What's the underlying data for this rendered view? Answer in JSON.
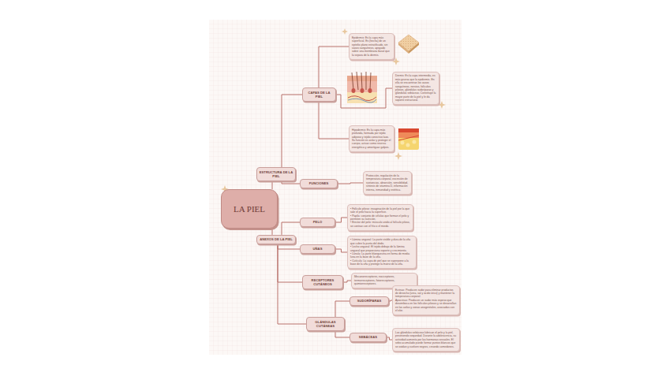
{
  "diagram": {
    "nodes": [
      {
        "text": [
          "LA PIEL"
        ]
      },
      {
        "text": [
          "ESTRUCTURA DE LA PIEL"
        ]
      },
      {
        "text": [
          "CAPAS DE LA PIEL"
        ]
      },
      {
        "text": [
          "Epidermis: Es la capa más superficial. Es (hecha) de un epitelio plano estratificado, sin vasos sanguíneos, apoyado sobre una membrana basal que la separa de la dermis."
        ]
      },
      {
        "text": [
          "Dermis: Es la capa intermedia, es más gruesa que la epidermis. En ella se encuentran los vasos sanguíneos, nervios, folículos pilosos, glándulas sudoríparas y glándulas sebáceas. Constituye la mayor parte de la piel y le da soporte estructural."
        ]
      },
      {
        "text": [
          "Hipodermis: Es la capa más profunda, formada por tejido adiposo y tejido conectivo laxo. Su función es aislar y proteger el cuerpo, actuar como reserva energética y amortiguar golpes."
        ]
      },
      {
        "text": [
          "FUNCIONES"
        ]
      },
      {
        "text": [
          "Protección, regulación de la temperatura corporal, excreción de sustancias, absorción, sensibilidad, síntesis de vitamina D, información interna, inmunidad y estética."
        ]
      },
      {
        "text": [
          "ANEXOS DE LA PIEL"
        ]
      },
      {
        "text": [
          "PELO"
        ]
      },
      {
        "text": [
          "• Folículo piloso: invaginación de la piel por la que sale el pelo hacia la superficie.",
          "• Papila: conjunto de células que forman el pelo y permiten su nutrición.",
          "• Erector del pelo: músculo unido al folículo piloso, se contrae con el frío o el miedo."
        ]
      },
      {
        "text": [
          "UÑAS"
        ]
      },
      {
        "text": [
          "• Lámina ungueal: La parte visible y dura de la uña que cubre la punta del dedo.",
          "• Lecho ungueal: El tejido debajo de la lámina ungueal que proporciona soporte y crecimiento.",
          "• Lúnula: La parte blanquecina en forma de media luna en la base de la uña.",
          "• Cutícula: La capa de piel que se superpone a la base de la uña y protege la matriz de la uña."
        ]
      },
      {
        "text": [
          "RECEPTORES CUTÁNEOS"
        ]
      },
      {
        "text": [
          "Mecanorreceptores, nociceptores, termorreceptores, fotorreceptores, quimiorreceptores."
        ]
      },
      {
        "text": [
          "GLÁNDULAS CUTÁNEAS"
        ]
      },
      {
        "text": [
          "SUDORÍPARAS"
        ]
      },
      {
        "text": [
          "Ecrinas: Producen sudor para eliminar productos de desecho (urea, sal y ácido úrico) y mantener la temperatura corporal.",
          "Apocrinas: Producen un sudor más espeso que desemboca en los folículos pilosos y se desarrollan en las axilas y zonas anogenitales, asociadas con el olor."
        ]
      },
      {
        "text": [
          "SEBÁCEAS"
        ]
      },
      {
        "text": [
          "Las glándulas sebáceas lubrican el pelo y la piel, previniendo sequedad. Durante la adolescencia, su actividad aumenta por las hormonas sexuales. El sebo acumulado puede formar puntos blancos que se oxidan y vuelven negros, creando comedones."
        ]
      }
    ],
    "edges": [
      {
        "from": 0,
        "to": 1,
        "arrow": "none"
      },
      {
        "from": 0,
        "to": 8,
        "arrow": "none"
      },
      {
        "from": 1,
        "to": 2,
        "arrow": "none"
      },
      {
        "from": 1,
        "to": 6,
        "arrow": "none"
      },
      {
        "from": 2,
        "to": 3,
        "arrow": "none"
      },
      {
        "from": 2,
        "to": 4,
        "arrow": "none"
      },
      {
        "from": 2,
        "to": 5,
        "arrow": "none"
      },
      {
        "from": 6,
        "to": 7,
        "arrow": "none"
      },
      {
        "from": 8,
        "to": 9,
        "arrow": "none"
      },
      {
        "from": 8,
        "to": 11,
        "arrow": "none"
      },
      {
        "from": 8,
        "to": 13,
        "arrow": "none"
      },
      {
        "from": 8,
        "to": 15,
        "arrow": "none"
      },
      {
        "from": 9,
        "to": 10,
        "arrow": "none"
      },
      {
        "from": 11,
        "to": 12,
        "arrow": "none"
      },
      {
        "from": 13,
        "to": 14,
        "arrow": "none"
      },
      {
        "from": 15,
        "to": 16,
        "arrow": "none"
      },
      {
        "from": 15,
        "to": 18,
        "arrow": "none"
      },
      {
        "from": 16,
        "to": 17,
        "arrow": "none"
      },
      {
        "from": 18,
        "to": 19,
        "arrow": "none"
      }
    ]
  }
}
